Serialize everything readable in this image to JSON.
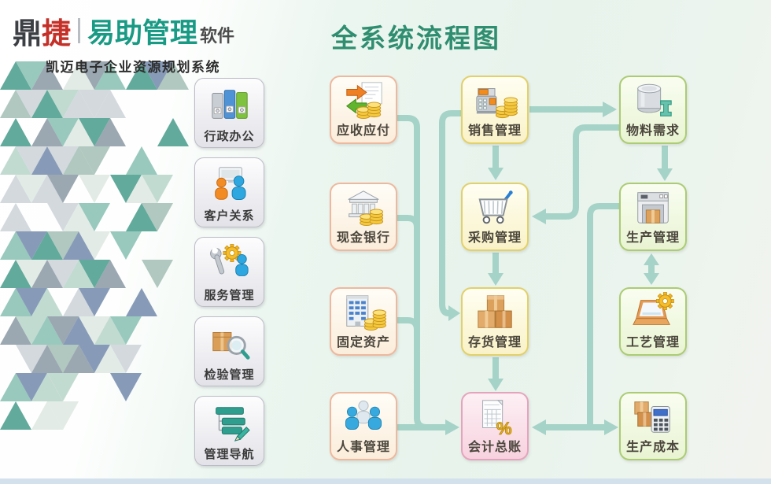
{
  "logo": {
    "brand_black": "鼎",
    "brand_red": "捷",
    "brand_teal": "易助管理",
    "brand_suffix": "软件",
    "subtitle": "凯迈电子企业资源规划系统"
  },
  "title": "全系统流程图",
  "sidebar": {
    "items": [
      {
        "label": "行政办公",
        "icon": "binders-icon"
      },
      {
        "label": "客户关系",
        "icon": "customers-icon"
      },
      {
        "label": "服务管理",
        "icon": "service-tools-icon"
      },
      {
        "label": "检验管理",
        "icon": "inspection-magnifier-icon"
      },
      {
        "label": "管理导航",
        "icon": "navigation-list-icon"
      }
    ]
  },
  "flow": {
    "nodes": {
      "ar_ap": {
        "label": "应收应付",
        "icon": "arrows-coins-icon"
      },
      "cash_bank": {
        "label": "现金银行",
        "icon": "bank-coins-icon"
      },
      "fixed_assets": {
        "label": "固定资产",
        "icon": "building-coins-icon"
      },
      "hr": {
        "label": "人事管理",
        "icon": "people-group-icon"
      },
      "sales": {
        "label": "销售管理",
        "icon": "cash-register-icon"
      },
      "purchase": {
        "label": "采购管理",
        "icon": "shopping-cart-icon"
      },
      "inventory": {
        "label": "存货管理",
        "icon": "cargo-boxes-icon"
      },
      "ledger": {
        "label": "会计总账",
        "icon": "ledger-percent-icon"
      },
      "mrp": {
        "label": "物料需求",
        "icon": "material-drum-icon"
      },
      "production": {
        "label": "生产管理",
        "icon": "machine-box-icon"
      },
      "process": {
        "label": "工艺管理",
        "icon": "laptop-gear-icon"
      },
      "cost": {
        "label": "生产成本",
        "icon": "boxes-calculator-icon"
      }
    },
    "connections": [
      {
        "from": "应收应付",
        "to": "会计总账"
      },
      {
        "from": "现金银行",
        "to": "会计总账"
      },
      {
        "from": "固定资产",
        "to": "会计总账"
      },
      {
        "from": "人事管理",
        "to": "会计总账"
      },
      {
        "from": "销售管理",
        "to": "采购管理"
      },
      {
        "from": "销售管理",
        "to": "存货管理"
      },
      {
        "from": "销售管理",
        "to": "物料需求"
      },
      {
        "from": "物料需求",
        "to": "采购管理"
      },
      {
        "from": "物料需求",
        "to": "生产管理"
      },
      {
        "from": "采购管理",
        "to": "存货管理"
      },
      {
        "from": "存货管理",
        "to": "会计总账"
      },
      {
        "from": "生产管理",
        "to": "工艺管理",
        "bidirectional": true
      },
      {
        "from": "生产管理",
        "to": "会计总账"
      },
      {
        "from": "生产管理",
        "to": "生产成本"
      }
    ]
  },
  "colors": {
    "title_teal": "#2f8e6f",
    "logo_teal": "#199a84",
    "logo_red": "#c53028",
    "arrow_teal": "#a6d3c7",
    "finance_border": "#eeb89e",
    "trade_border": "#e2d06a",
    "ledger_border": "#e5a4bc",
    "production_border": "#abcc73"
  }
}
